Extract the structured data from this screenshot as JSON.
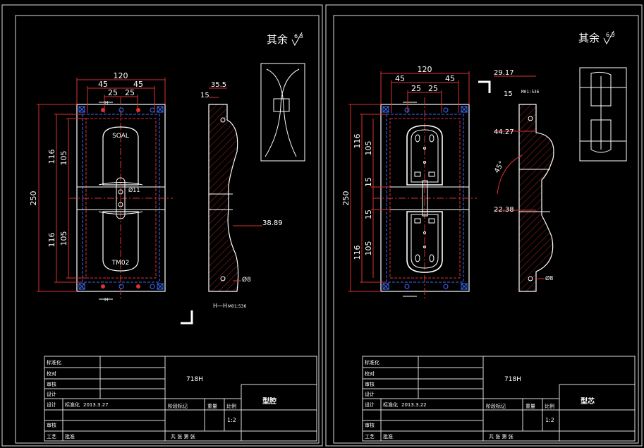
{
  "sheets": [
    {
      "roughness": "其余",
      "roughness_value": "6.3",
      "dims": {
        "top_total": "120",
        "top_mid": "45",
        "top_mid2": "45",
        "top_inner1": "25",
        "top_inner2": "25",
        "left_total": "250",
        "left_upper": "116",
        "left_upper_inner": "105",
        "left_lower": "116",
        "left_lower_inner": "105",
        "side_top": "35.5",
        "side_small": "15",
        "side_depth": "38.89",
        "hole": "Ø8",
        "center_hole": "Ø11"
      },
      "section_mark": "H",
      "section_label": "H—H",
      "section_scale": "M01:536",
      "engrave_top": "SOAL",
      "engrave_bottom": "TM02",
      "title_block": {
        "rows": [
          "标准化",
          "校对",
          "审核",
          "设计"
        ],
        "material": "718H",
        "part_name": "型腔",
        "labels": [
          "设计",
          "标准化",
          "2013.3.27",
          "阶段标记",
          "重量",
          "比例"
        ],
        "scale": "1:2",
        "footer": [
          "审核",
          "工艺",
          "批准",
          "共 张 第 张"
        ]
      }
    },
    {
      "roughness": "其余",
      "roughness_value": "6.3",
      "dims": {
        "top_total": "120",
        "top_mid": "45",
        "top_mid2": "45",
        "top_inner1": "25",
        "top_inner2": "25",
        "left_total": "250",
        "left_upper": "116",
        "left_upper_inner": "105",
        "left_c1": "15",
        "left_c2": "15",
        "left_lower": "116",
        "left_lower_inner": "105",
        "side_top": "29.17",
        "side_small": "15",
        "side_mid": "44.27",
        "side_angle": "45°",
        "side_low": "22.38",
        "hole": "Ø8"
      },
      "section_scale": "M01:536",
      "title_block": {
        "rows": [
          "标准化",
          "校对",
          "审核",
          "设计"
        ],
        "material": "718H",
        "part_name": "型芯",
        "labels": [
          "设计",
          "标准化",
          "2013.3.22",
          "阶段标记",
          "重量",
          "比例"
        ],
        "scale": "1:2",
        "footer": [
          "审核",
          "工艺",
          "批准",
          "共 张 第 张"
        ]
      }
    }
  ]
}
